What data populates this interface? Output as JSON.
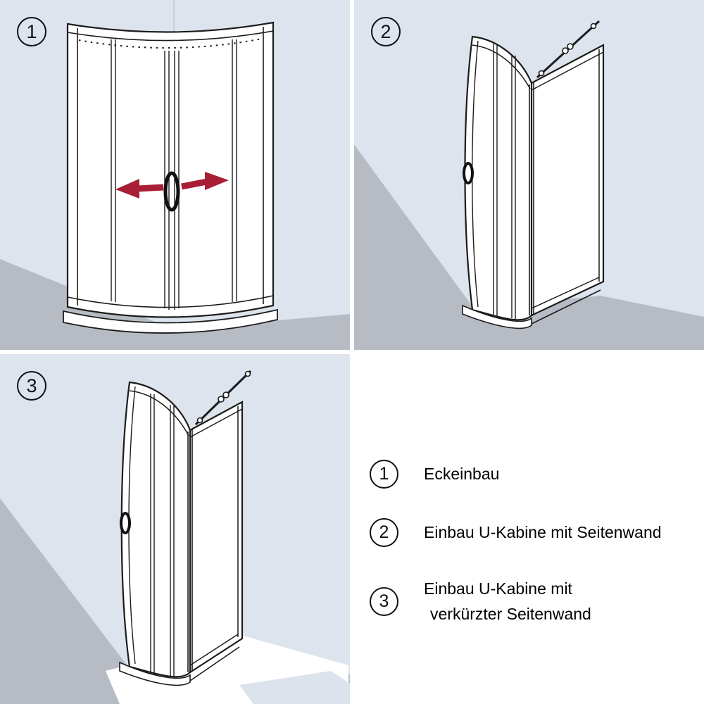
{
  "panels": [
    {
      "number": "1"
    },
    {
      "number": "2"
    },
    {
      "number": "3"
    }
  ],
  "legend_items": [
    {
      "number": "1",
      "lines": [
        "Eckeinbau"
      ]
    },
    {
      "number": "2",
      "lines": [
        "Einbau U-Kabine mit Seitenwand"
      ]
    },
    {
      "number": "3",
      "lines": [
        "Einbau U-Kabine mit",
        "verkürzter Seitenwand"
      ]
    }
  ],
  "colors": {
    "wall": "#dde4ee",
    "floor": "#b7bcc4",
    "glass": "#ffffff",
    "line": "#1c1c1c",
    "arrow": "#a81e34",
    "legend_background": "#ffffff"
  }
}
